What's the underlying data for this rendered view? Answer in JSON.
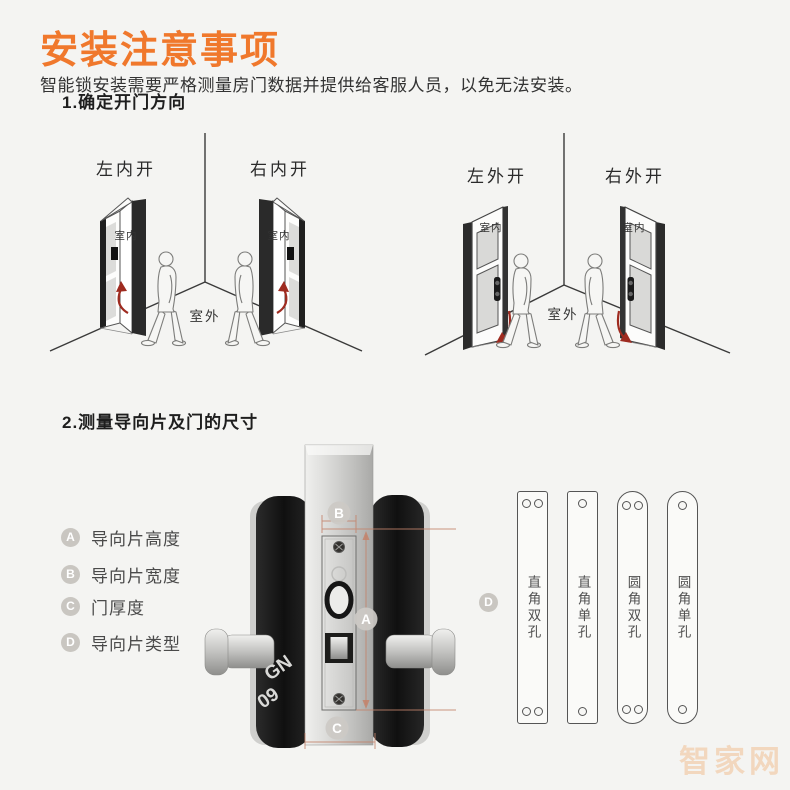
{
  "page": {
    "title": "安装注意事项",
    "subtitle": "智能锁安装需要严格测量房门数据并提供给客服人员，以免无法安装。",
    "watermark": "智家网"
  },
  "section1": {
    "heading": "1.确定开门方向",
    "indoor": "室内",
    "outdoor": "室外",
    "diagrams": [
      {
        "label": "左内开"
      },
      {
        "label": "右内开"
      },
      {
        "label": "左外开"
      },
      {
        "label": "右外开"
      }
    ]
  },
  "section2": {
    "heading": "2.测量导向片及门的尺寸",
    "measurements": [
      {
        "key": "A",
        "label": "导向片高度"
      },
      {
        "key": "B",
        "label": "导向片宽度"
      },
      {
        "key": "C",
        "label": "门厚度"
      },
      {
        "key": "D",
        "label": "导向片类型"
      }
    ],
    "markers": {
      "a": "A",
      "b": "B",
      "c": "C",
      "d": "D"
    },
    "photo_watermark": {
      "line1": "GN",
      "line2": "09"
    },
    "plates": [
      {
        "label": "直角双孔",
        "corner": "square",
        "holes": 2
      },
      {
        "label": "直角单孔",
        "corner": "square",
        "holes": 1
      },
      {
        "label": "圆角双孔",
        "corner": "round",
        "holes": 2
      },
      {
        "label": "圆角单孔",
        "corner": "round",
        "holes": 1
      }
    ]
  },
  "colors": {
    "accent": "#f0782c",
    "arrow": "#9e2b20"
  }
}
